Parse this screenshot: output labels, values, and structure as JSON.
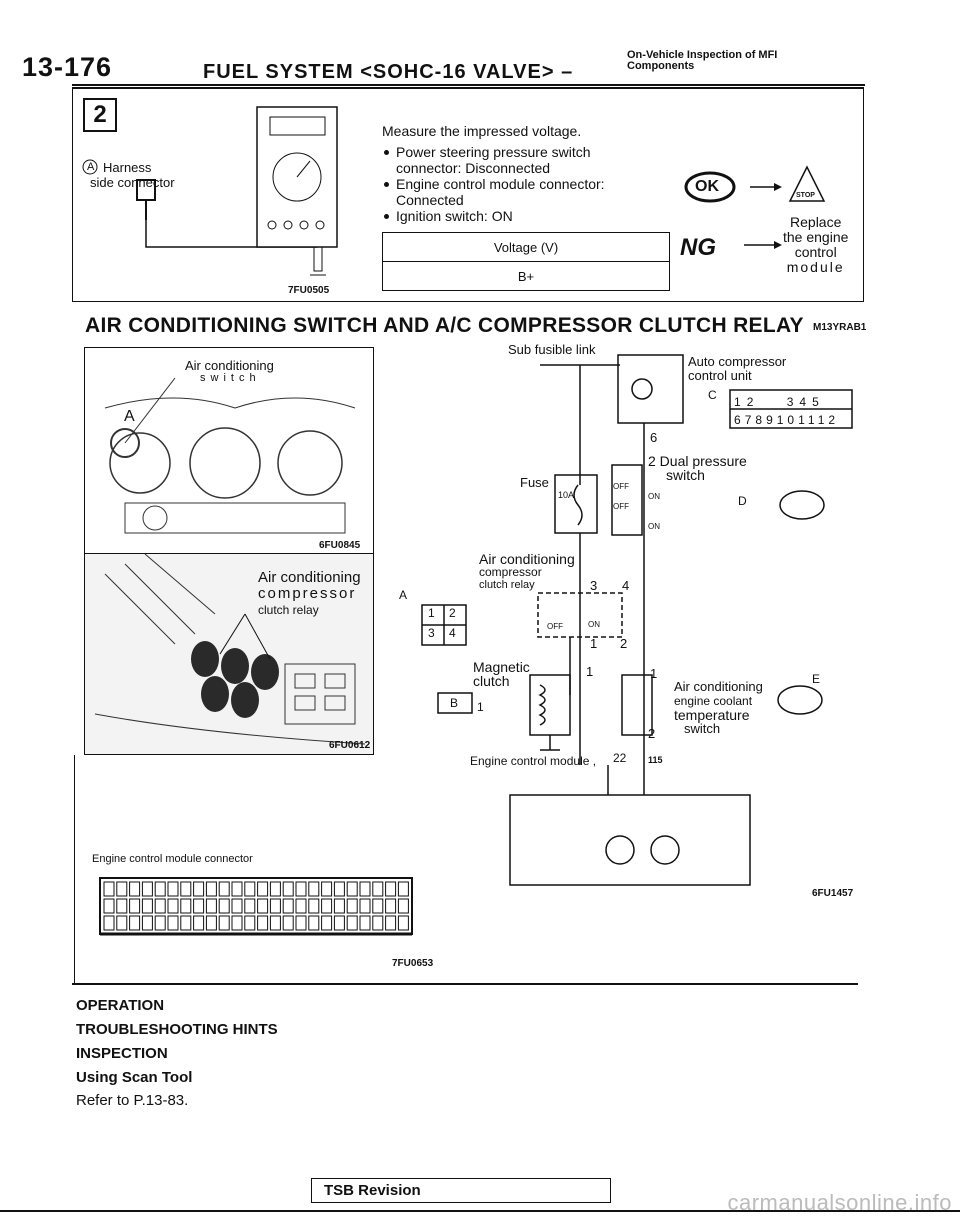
{
  "header": {
    "page_number": "13-176",
    "title": "FUEL SYSTEM <SOHC-16 VALVE> –",
    "subtitle_line1": "On-Vehicle Inspection of MFI",
    "subtitle_line2": "Components"
  },
  "step": {
    "number": "2",
    "harness_letter": "A",
    "harness_label_line1": "Harness",
    "harness_label_line2": "side connector",
    "figure_code": "7FU0505",
    "instruction": "Measure the impressed voltage.",
    "conditions": [
      "Power steering pressure switch connector: Disconnected",
      "Engine control module connector: Connected",
      "Ignition switch: ON"
    ],
    "table": {
      "header": "Voltage (V)",
      "value": "B+"
    },
    "ok_label": "OK",
    "ng_label": "NG",
    "stop_label": "STOP",
    "replace_text": [
      "Replace",
      "the engine",
      "control",
      "module"
    ]
  },
  "section": {
    "title": "AIR CONDITIONING SWITCH AND A/C COMPRESSOR CLUTCH RELAY",
    "code": "M13YRAB1"
  },
  "photos": {
    "switch_label_line1": "Air conditioning",
    "switch_label_line2": "switch",
    "switch_letter": "A",
    "switch_code": "6FU0845",
    "relay_label_line1": "Air conditioning",
    "relay_label_line2": "compressor",
    "relay_label_line3": "clutch relay",
    "relay_code": "6FU0612",
    "ecm_connector_label": "Engine control module connector",
    "figure_code": "7FU0653"
  },
  "circuit": {
    "sub_fusible": "Sub fusible link",
    "auto_comp_line1": "Auto compressor",
    "auto_comp_line2": "control unit",
    "conn_c": "C",
    "conn_c_pins_top": [
      "1",
      "2",
      "3",
      "4",
      "5"
    ],
    "conn_c_pins_bottom": [
      "6",
      "7",
      "8",
      "9",
      "10",
      "11",
      "12"
    ],
    "pin_6": "6",
    "fuse_label": "Fuse",
    "fuse_rating": "10A",
    "dual_pressure_line1": "2 Dual pressure",
    "dual_pressure_line2": "switch",
    "conn_d": "D",
    "off": "OFF",
    "on": "ON",
    "relay_label_line1": "Air conditioning",
    "relay_label_line2": "compressor",
    "relay_label_line3": "clutch relay",
    "relay_pins": [
      "3",
      "4",
      "1",
      "2"
    ],
    "conn_a": "A",
    "conn_a_pins": [
      "1",
      "2",
      "3",
      "4"
    ],
    "magnetic_line1": "Magnetic",
    "magnetic_line2": "clutch",
    "conn_b": "B",
    "conn_b_pin": "1",
    "coolant_line1": "Air conditioning",
    "coolant_line2": "engine coolant",
    "coolant_line3": "temperature",
    "coolant_line4": "switch",
    "conn_e": "E",
    "ecm_label": "Engine control module ,",
    "ecm_pin_22": "22",
    "ecm_pin_115": "115",
    "figure_code": "6FU1457"
  },
  "body": {
    "operation": "OPERATION",
    "hints": "TROUBLESHOOTING HINTS",
    "inspection": "INSPECTION",
    "scan_tool": "Using Scan Tool",
    "refer": "Refer to P.13-83."
  },
  "footer": {
    "tsb": "TSB Revision",
    "watermark": "carmanualsonline.info"
  }
}
